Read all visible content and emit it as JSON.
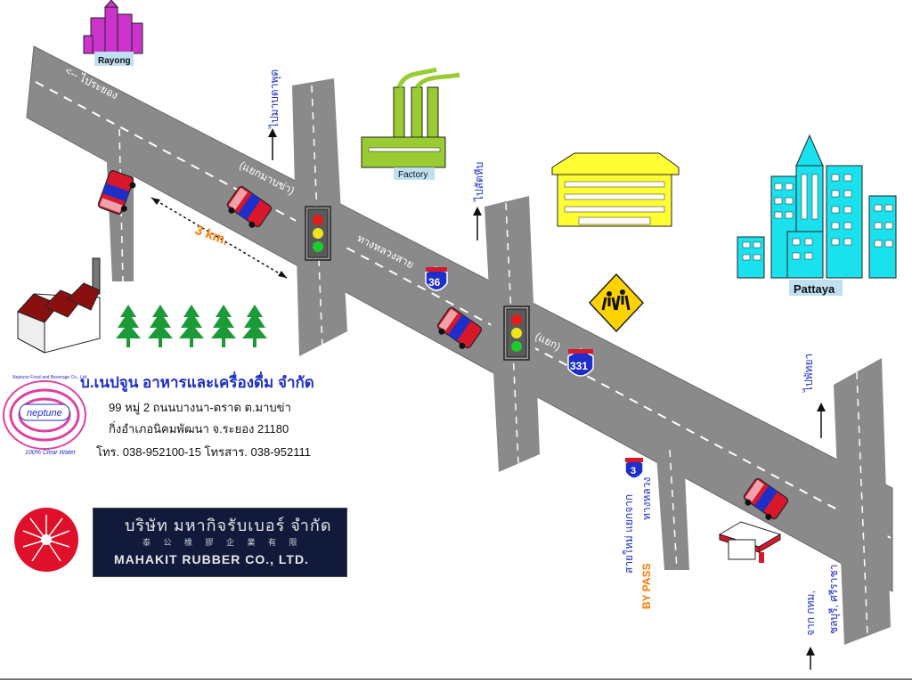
{
  "labels": {
    "rayong": "Rayong",
    "factory": "Factory",
    "pattaya": "Pattaya",
    "to_rayong": "<-- ไประยอง",
    "to_map_ta_phut": "ไปมาบตาพุด",
    "map_kha_junction": "(แยกมาบข่า)",
    "distance": "3 km.",
    "highway": "ทางหลวงสาย",
    "to_siam_city": "ไปสัตหีบ",
    "junction": "(แยก)",
    "to_pattaya": "ไปพัทยา",
    "bypass_text": "สายใหม่ แยกจาก",
    "bypass_en": "BY PASS",
    "bypass_hwy": "ทางหลวง",
    "from_bkk_1": "จาก กทม,",
    "from_bkk_2": "ชลบุรี, ศรีราชา"
  },
  "route_shields": {
    "r36": "36",
    "r331": "331",
    "r3": "3"
  },
  "company": {
    "logo_small_text": "Neptune Food and Beverage Co., Ltd.",
    "logo_brand": "neptune",
    "logo_tag": "100% Clear Water",
    "name": "บ.เนปจูน อาหารและเครื่องดื่ม จำกัด",
    "address_line1": "99 หมู่ 2  ถนนบางนา-ตราด ต.มาบข่า",
    "address_line2": "กิ่งอำเภอนิคมพัฒนา จ.ระยอง 21180",
    "phone_line": "โทร. 038-952100-15 โทรสาร. 038-952111"
  },
  "mahakit": {
    "name_th": "บริษัท มหากิจรับเบอร์ จำกัด",
    "name_cn": "泰 公 橡 膠 企 業 有 限",
    "name_en": "MAHAKIT RUBBER CO., LTD."
  },
  "colors": {
    "road": "#8a8a8a",
    "road_edge": "#5a5a5a",
    "label_blue": "#1d2fc8",
    "building_cyan": "#19e1ee",
    "building_yellow": "#ffff33",
    "factory_green": "#99cc33",
    "city_magenta": "#cc33cc",
    "sign_yellow": "#ffd200",
    "distance_orange": "#ff7a00",
    "car_red": "#d8182a",
    "tree_green": "#1c9a38",
    "mahakit_red": "#e0102a"
  }
}
